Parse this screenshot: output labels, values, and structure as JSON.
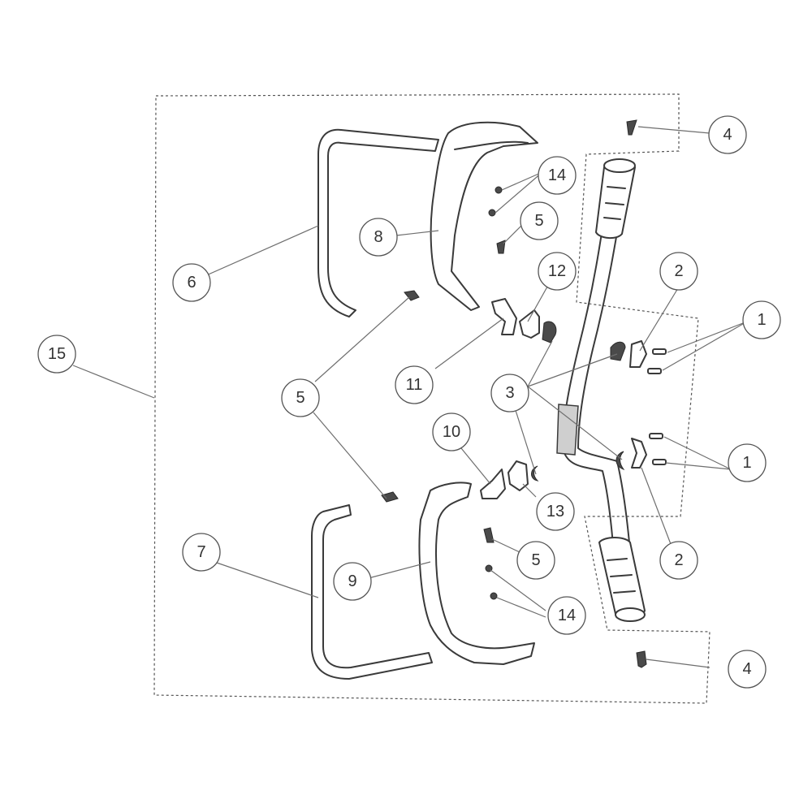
{
  "callouts": {
    "c1a": "1",
    "c1b": "1",
    "c2a": "2",
    "c2b": "2",
    "c3": "3",
    "c4a": "4",
    "c4b": "4",
    "c5a": "5",
    "c5b": "5",
    "c5c": "5",
    "c6": "6",
    "c7": "7",
    "c8": "8",
    "c9": "9",
    "c10": "10",
    "c11": "11",
    "c12": "12",
    "c13": "13",
    "c14a": "14",
    "c14b": "14",
    "c15": "15"
  }
}
